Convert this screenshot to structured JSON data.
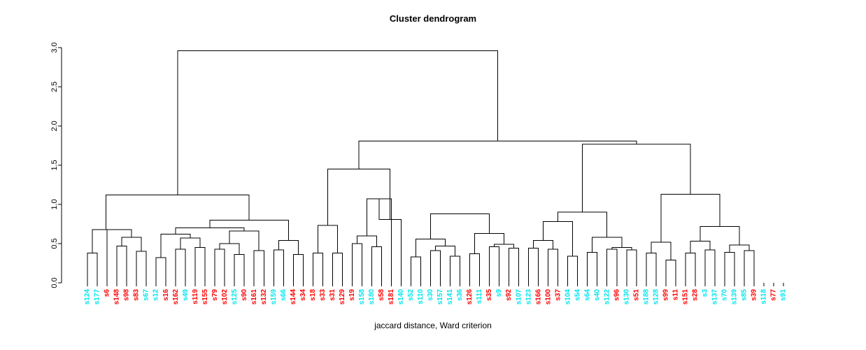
{
  "chart_data": {
    "type": "dendrogram",
    "title": "Cluster dendrogram",
    "xlabel": "jaccard distance, Ward criterion",
    "ylabel": "",
    "ylim": [
      0,
      3.0
    ],
    "yticks": [
      "0.0",
      "0.5",
      "1.0",
      "1.5",
      "2.0",
      "2.5",
      "3.0"
    ],
    "ytick_values": [
      0,
      0.5,
      1.0,
      1.5,
      2.0,
      2.5,
      3.0
    ],
    "grid": false,
    "legend": "none",
    "label_colors": {
      "group_a": "#00e5ee",
      "group_b": "#ff0000"
    },
    "leaf_count": 79,
    "leaves": [
      {
        "label": "s124",
        "color": "#00e5ee"
      },
      {
        "label": "s177",
        "color": "#00e5ee"
      },
      {
        "label": "s6",
        "color": "#ff0000"
      },
      {
        "label": "s148",
        "color": "#ff0000"
      },
      {
        "label": "s98",
        "color": "#ff0000"
      },
      {
        "label": "s83",
        "color": "#ff0000"
      },
      {
        "label": "s67",
        "color": "#00e5ee"
      },
      {
        "label": "s12",
        "color": "#00e5ee"
      },
      {
        "label": "s16",
        "color": "#ff0000"
      },
      {
        "label": "s162",
        "color": "#ff0000"
      },
      {
        "label": "s49",
        "color": "#00e5ee"
      },
      {
        "label": "s119",
        "color": "#ff0000"
      },
      {
        "label": "s155",
        "color": "#ff0000"
      },
      {
        "label": "s79",
        "color": "#ff0000"
      },
      {
        "label": "s102",
        "color": "#ff0000"
      },
      {
        "label": "s125",
        "color": "#00e5ee"
      },
      {
        "label": "s90",
        "color": "#ff0000"
      },
      {
        "label": "s161",
        "color": "#ff0000"
      },
      {
        "label": "s132",
        "color": "#ff0000"
      },
      {
        "label": "s159",
        "color": "#00e5ee"
      },
      {
        "label": "s66",
        "color": "#00e5ee"
      },
      {
        "label": "s144",
        "color": "#ff0000"
      },
      {
        "label": "s34",
        "color": "#ff0000"
      },
      {
        "label": "s18",
        "color": "#ff0000"
      },
      {
        "label": "s33",
        "color": "#ff0000"
      },
      {
        "label": "s31",
        "color": "#ff0000"
      },
      {
        "label": "s129",
        "color": "#ff0000"
      },
      {
        "label": "s19",
        "color": "#ff0000"
      },
      {
        "label": "s158",
        "color": "#00e5ee"
      },
      {
        "label": "s180",
        "color": "#00e5ee"
      },
      {
        "label": "s58",
        "color": "#ff0000"
      },
      {
        "label": "s181",
        "color": "#ff0000"
      },
      {
        "label": "s140",
        "color": "#00e5ee"
      },
      {
        "label": "s52",
        "color": "#00e5ee"
      },
      {
        "label": "s110",
        "color": "#00e5ee"
      },
      {
        "label": "s30",
        "color": "#00e5ee"
      },
      {
        "label": "s157",
        "color": "#00e5ee"
      },
      {
        "label": "s141",
        "color": "#00e5ee"
      },
      {
        "label": "s36",
        "color": "#00e5ee"
      },
      {
        "label": "s126",
        "color": "#ff0000"
      },
      {
        "label": "s111",
        "color": "#00e5ee"
      },
      {
        "label": "s35",
        "color": "#ff0000"
      },
      {
        "label": "s9",
        "color": "#00e5ee"
      },
      {
        "label": "s92",
        "color": "#ff0000"
      },
      {
        "label": "s107",
        "color": "#00e5ee"
      },
      {
        "label": "s123",
        "color": "#00e5ee"
      },
      {
        "label": "s166",
        "color": "#ff0000"
      },
      {
        "label": "s100",
        "color": "#ff0000"
      },
      {
        "label": "s37",
        "color": "#ff0000"
      },
      {
        "label": "s104",
        "color": "#00e5ee"
      },
      {
        "label": "s54",
        "color": "#00e5ee"
      },
      {
        "label": "s64",
        "color": "#00e5ee"
      },
      {
        "label": "s40",
        "color": "#00e5ee"
      },
      {
        "label": "s122",
        "color": "#00e5ee"
      },
      {
        "label": "s96",
        "color": "#ff0000"
      },
      {
        "label": "s130",
        "color": "#00e5ee"
      },
      {
        "label": "s51",
        "color": "#ff0000"
      },
      {
        "label": "s188",
        "color": "#00e5ee"
      },
      {
        "label": "s128",
        "color": "#00e5ee"
      },
      {
        "label": "s99",
        "color": "#ff0000"
      },
      {
        "label": "s11",
        "color": "#ff0000"
      },
      {
        "label": "s151",
        "color": "#ff0000"
      },
      {
        "label": "s28",
        "color": "#ff0000"
      },
      {
        "label": "s3",
        "color": "#00e5ee"
      },
      {
        "label": "s137",
        "color": "#00e5ee"
      },
      {
        "label": "s70",
        "color": "#00e5ee"
      },
      {
        "label": "s139",
        "color": "#00e5ee"
      },
      {
        "label": "s85",
        "color": "#00e5ee"
      },
      {
        "label": "s39",
        "color": "#ff0000"
      },
      {
        "label": "s118",
        "color": "#00e5ee"
      },
      {
        "label": "s77",
        "color": "#ff0000"
      },
      {
        "label": "s91",
        "color": "#00e5ee"
      }
    ],
    "merges": [
      {
        "id": "m1",
        "a": {
          "t": "l",
          "i": 0
        },
        "b": {
          "t": "l",
          "i": 1
        },
        "h": 0.38
      },
      {
        "id": "m2",
        "a": {
          "t": "l",
          "i": 3
        },
        "b": {
          "t": "l",
          "i": 4
        },
        "h": 0.47
      },
      {
        "id": "m3",
        "a": {
          "t": "l",
          "i": 5
        },
        "b": {
          "t": "l",
          "i": 6
        },
        "h": 0.4
      },
      {
        "id": "m4",
        "a": {
          "t": "n",
          "i": "m2"
        },
        "b": {
          "t": "n",
          "i": "m3"
        },
        "h": 0.58
      },
      {
        "id": "m5",
        "a": {
          "t": "l",
          "i": 2
        },
        "b": {
          "t": "n",
          "i": "m4"
        },
        "h": 0.68
      },
      {
        "id": "m6",
        "a": {
          "t": "n",
          "i": "m1"
        },
        "b": {
          "t": "n",
          "i": "m5"
        },
        "h": 0.68
      },
      {
        "id": "m7",
        "a": {
          "t": "l",
          "i": 7
        },
        "b": {
          "t": "l",
          "i": 8
        },
        "h": 0.32
      },
      {
        "id": "m8",
        "a": {
          "t": "l",
          "i": 9
        },
        "b": {
          "t": "l",
          "i": 10
        },
        "h": 0.43
      },
      {
        "id": "m9",
        "a": {
          "t": "l",
          "i": 11
        },
        "b": {
          "t": "l",
          "i": 12
        },
        "h": 0.45
      },
      {
        "id": "m10",
        "a": {
          "t": "n",
          "i": "m8"
        },
        "b": {
          "t": "n",
          "i": "m9"
        },
        "h": 0.57
      },
      {
        "id": "m11",
        "a": {
          "t": "n",
          "i": "m7"
        },
        "b": {
          "t": "n",
          "i": "m10"
        },
        "h": 0.62
      },
      {
        "id": "m12",
        "a": {
          "t": "l",
          "i": 13
        },
        "b": {
          "t": "l",
          "i": 14
        },
        "h": 0.43
      },
      {
        "id": "m13",
        "a": {
          "t": "l",
          "i": 15
        },
        "b": {
          "t": "l",
          "i": 16
        },
        "h": 0.36
      },
      {
        "id": "m14",
        "a": {
          "t": "n",
          "i": "m12"
        },
        "b": {
          "t": "n",
          "i": "m13"
        },
        "h": 0.5
      },
      {
        "id": "m15",
        "a": {
          "t": "l",
          "i": 17
        },
        "b": {
          "t": "l",
          "i": 18
        },
        "h": 0.41
      },
      {
        "id": "m16",
        "a": {
          "t": "n",
          "i": "m14"
        },
        "b": {
          "t": "n",
          "i": "m15"
        },
        "h": 0.66
      },
      {
        "id": "m17",
        "a": {
          "t": "n",
          "i": "m11"
        },
        "b": {
          "t": "n",
          "i": "m16"
        },
        "h": 0.7
      },
      {
        "id": "m18",
        "a": {
          "t": "l",
          "i": 19
        },
        "b": {
          "t": "l",
          "i": 20
        },
        "h": 0.42
      },
      {
        "id": "m19",
        "a": {
          "t": "l",
          "i": 21
        },
        "b": {
          "t": "l",
          "i": 22
        },
        "h": 0.36
      },
      {
        "id": "m20",
        "a": {
          "t": "n",
          "i": "m18"
        },
        "b": {
          "t": "n",
          "i": "m19"
        },
        "h": 0.54
      },
      {
        "id": "m21",
        "a": {
          "t": "n",
          "i": "m17"
        },
        "b": {
          "t": "n",
          "i": "m20"
        },
        "h": 0.8
      },
      {
        "id": "m22",
        "a": {
          "t": "n",
          "i": "m6"
        },
        "b": {
          "t": "n",
          "i": "m21"
        },
        "h": 1.12
      },
      {
        "id": "m23",
        "a": {
          "t": "l",
          "i": 23
        },
        "b": {
          "t": "l",
          "i": 24
        },
        "h": 0.38
      },
      {
        "id": "m24",
        "a": {
          "t": "l",
          "i": 25
        },
        "b": {
          "t": "l",
          "i": 26
        },
        "h": 0.38
      },
      {
        "id": "m25",
        "a": {
          "t": "n",
          "i": "m23"
        },
        "b": {
          "t": "n",
          "i": "m24"
        },
        "h": 0.73
      },
      {
        "id": "m26",
        "a": {
          "t": "l",
          "i": 27
        },
        "b": {
          "t": "l",
          "i": 28
        },
        "h": 0.5
      },
      {
        "id": "m27",
        "a": {
          "t": "l",
          "i": 29
        },
        "b": {
          "t": "l",
          "i": 30
        },
        "h": 0.46
      },
      {
        "id": "m28",
        "a": {
          "t": "n",
          "i": "m26"
        },
        "b": {
          "t": "n",
          "i": "m27"
        },
        "h": 0.6
      },
      {
        "id": "m29",
        "a": {
          "t": "n",
          "i": "m28"
        },
        "b": {
          "t": "l",
          "i": 31
        },
        "h": 1.07
      },
      {
        "id": "m30",
        "a": {
          "t": "n",
          "i": "m29"
        },
        "b": {
          "t": "l",
          "i": 32
        },
        "h": 0.81
      },
      {
        "id": "m31",
        "a": {
          "t": "n",
          "i": "m25"
        },
        "b": {
          "t": "n",
          "i": "m30"
        },
        "h": 1.45
      },
      {
        "id": "m32",
        "a": {
          "t": "l",
          "i": 33
        },
        "b": {
          "t": "l",
          "i": 34
        },
        "h": 0.33
      },
      {
        "id": "m33",
        "a": {
          "t": "l",
          "i": 35
        },
        "b": {
          "t": "l",
          "i": 36
        },
        "h": 0.41
      },
      {
        "id": "m34",
        "a": {
          "t": "l",
          "i": 37
        },
        "b": {
          "t": "l",
          "i": 38
        },
        "h": 0.34
      },
      {
        "id": "m35",
        "a": {
          "t": "n",
          "i": "m33"
        },
        "b": {
          "t": "n",
          "i": "m34"
        },
        "h": 0.47
      },
      {
        "id": "m36",
        "a": {
          "t": "n",
          "i": "m32"
        },
        "b": {
          "t": "n",
          "i": "m35"
        },
        "h": 0.56
      },
      {
        "id": "m37",
        "a": {
          "t": "l",
          "i": 39
        },
        "b": {
          "t": "l",
          "i": 40
        },
        "h": 0.37
      },
      {
        "id": "m38",
        "a": {
          "t": "l",
          "i": 41
        },
        "b": {
          "t": "l",
          "i": 42
        },
        "h": 0.46
      },
      {
        "id": "m39",
        "a": {
          "t": "l",
          "i": 43
        },
        "b": {
          "t": "l",
          "i": 44
        },
        "h": 0.44
      },
      {
        "id": "m40",
        "a": {
          "t": "n",
          "i": "m38"
        },
        "b": {
          "t": "n",
          "i": "m39"
        },
        "h": 0.49
      },
      {
        "id": "m41",
        "a": {
          "t": "n",
          "i": "m37"
        },
        "b": {
          "t": "n",
          "i": "m40"
        },
        "h": 0.63
      },
      {
        "id": "m42",
        "a": {
          "t": "n",
          "i": "m36"
        },
        "b": {
          "t": "n",
          "i": "m41"
        },
        "h": 0.88
      },
      {
        "id": "m43",
        "a": {
          "t": "l",
          "i": 45
        },
        "b": {
          "t": "l",
          "i": 46
        },
        "h": 0.44
      },
      {
        "id": "m44",
        "a": {
          "t": "l",
          "i": 47
        },
        "b": {
          "t": "l",
          "i": 48
        },
        "h": 0.43
      },
      {
        "id": "m45",
        "a": {
          "t": "n",
          "i": "m43"
        },
        "b": {
          "t": "n",
          "i": "m44"
        },
        "h": 0.54
      },
      {
        "id": "m46",
        "a": {
          "t": "l",
          "i": 49
        },
        "b": {
          "t": "l",
          "i": 50
        },
        "h": 0.34
      },
      {
        "id": "m47",
        "a": {
          "t": "n",
          "i": "m45"
        },
        "b": {
          "t": "n",
          "i": "m46"
        },
        "h": 0.78
      },
      {
        "id": "m48",
        "a": {
          "t": "l",
          "i": 51
        },
        "b": {
          "t": "l",
          "i": 52
        },
        "h": 0.39
      },
      {
        "id": "m49",
        "a": {
          "t": "l",
          "i": 53
        },
        "b": {
          "t": "l",
          "i": 54
        },
        "h": 0.43
      },
      {
        "id": "m50",
        "a": {
          "t": "l",
          "i": 55
        },
        "b": {
          "t": "l",
          "i": 56
        },
        "h": 0.42
      },
      {
        "id": "m51",
        "a": {
          "t": "n",
          "i": "m49"
        },
        "b": {
          "t": "n",
          "i": "m50"
        },
        "h": 0.45
      },
      {
        "id": "m52",
        "a": {
          "t": "n",
          "i": "m48"
        },
        "b": {
          "t": "n",
          "i": "m51"
        },
        "h": 0.58
      },
      {
        "id": "m53",
        "a": {
          "t": "n",
          "i": "m47"
        },
        "b": {
          "t": "n",
          "i": "m52"
        },
        "h": 0.9
      },
      {
        "id": "m54",
        "a": {
          "t": "l",
          "i": 57
        },
        "b": {
          "t": "l",
          "i": 58
        },
        "h": 0.38
      },
      {
        "id": "m55",
        "a": {
          "t": "l",
          "i": 59
        },
        "b": {
          "t": "l",
          "i": 60
        },
        "h": 0.29
      },
      {
        "id": "m56",
        "a": {
          "t": "n",
          "i": "m54"
        },
        "b": {
          "t": "n",
          "i": "m55"
        },
        "h": 0.52
      },
      {
        "id": "m57",
        "a": {
          "t": "l",
          "i": 61
        },
        "b": {
          "t": "l",
          "i": 62
        },
        "h": 0.38
      },
      {
        "id": "m58",
        "a": {
          "t": "l",
          "i": 63
        },
        "b": {
          "t": "l",
          "i": 64
        },
        "h": 0.42
      },
      {
        "id": "m59",
        "a": {
          "t": "n",
          "i": "m57"
        },
        "b": {
          "t": "n",
          "i": "m58"
        },
        "h": 0.53
      },
      {
        "id": "m60",
        "a": {
          "t": "l",
          "i": 65
        },
        "b": {
          "t": "l",
          "i": 66
        },
        "h": 0.39
      },
      {
        "id": "m61",
        "a": {
          "t": "l",
          "i": 67
        },
        "b": {
          "t": "l",
          "i": 68
        },
        "h": 0.41
      },
      {
        "id": "m62",
        "a": {
          "t": "n",
          "i": "m60"
        },
        "b": {
          "t": "n",
          "i": "m61"
        },
        "h": 0.48
      },
      {
        "id": "m63",
        "a": {
          "t": "n",
          "i": "m59"
        },
        "b": {
          "t": "n",
          "i": "m62"
        },
        "h": 0.72
      },
      {
        "id": "m64",
        "a": {
          "t": "n",
          "i": "m56"
        },
        "b": {
          "t": "n",
          "i": "m63"
        },
        "h": 1.13
      },
      {
        "id": "m65",
        "a": {
          "t": "n",
          "i": "m53"
        },
        "b": {
          "t": "n",
          "i": "m64"
        },
        "h": 1.77
      },
      {
        "id": "m66",
        "a": {
          "t": "n",
          "i": "m31"
        },
        "b": {
          "t": "n",
          "i": "m65"
        },
        "h": 1.81
      },
      {
        "id": "m67",
        "a": {
          "t": "n",
          "i": "m22"
        },
        "b": {
          "t": "n",
          "i": "m66"
        },
        "h": 2.96
      }
    ]
  },
  "plot": {
    "axis": {
      "x_origin": 88,
      "y_bottom": 404,
      "y_top": 68,
      "tick_len": 5
    }
  }
}
